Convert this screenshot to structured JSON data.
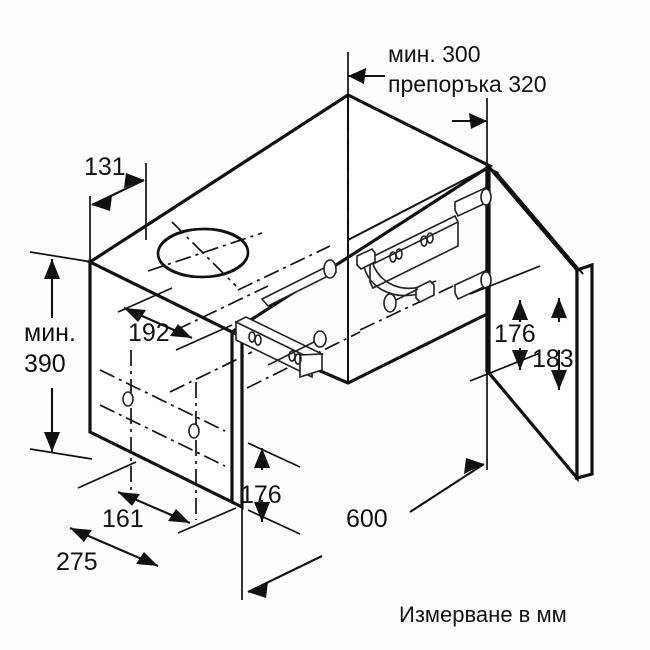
{
  "diagram": {
    "title": "Kitchen hood cabinet installation diagram",
    "units_note": "Измерване в мм",
    "line_color": "#111111",
    "background": "#fdfdfd"
  },
  "notes": {
    "min_clearance_line1": "мин. 300",
    "min_clearance_line2": "препоръка 320"
  },
  "dimensions": {
    "d131": "131",
    "d192": "192",
    "d161": "161",
    "d275": "275",
    "d176_bottom": "176",
    "d176_right": "176",
    "d183": "183",
    "d600": "600",
    "min_label": "мин.",
    "min_value": "390"
  }
}
